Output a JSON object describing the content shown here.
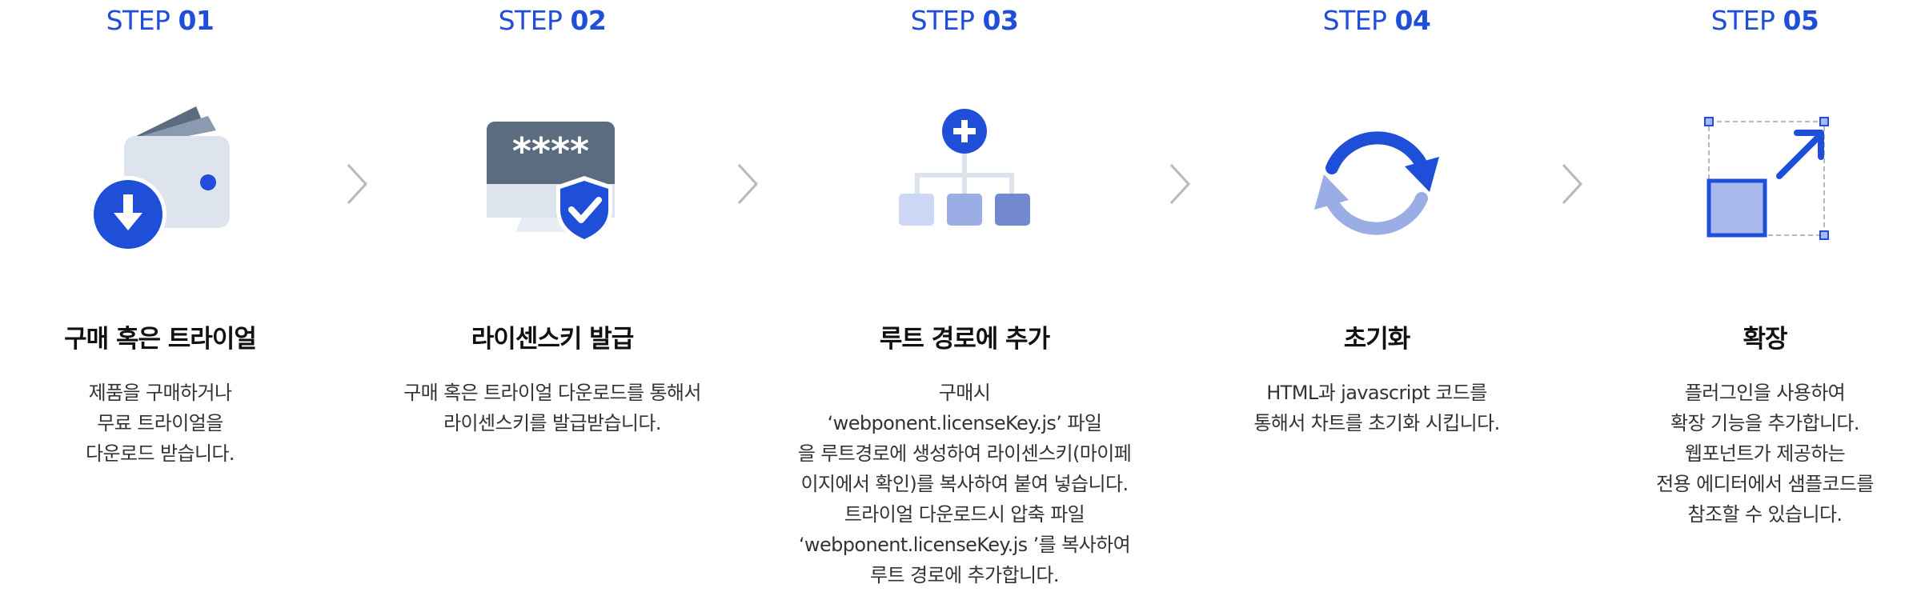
{
  "steps": [
    {
      "step_word": "STEP",
      "number": "01",
      "title": "구매 혹은 트라이얼",
      "description": [
        "제품을 구매하거나",
        "무료 트라이얼을",
        "다운로드 받습니다."
      ],
      "icon": "wallet-download-icon"
    },
    {
      "step_word": "STEP",
      "number": "02",
      "title": "라이센스키 발급",
      "description": [
        "구매 혹은 트라이얼 다운로드를 통해서",
        "라이센스키를 발급받습니다."
      ],
      "icon": "monitor-shield-icon"
    },
    {
      "step_word": "STEP",
      "number": "03",
      "title": "루트 경로에 추가",
      "description": [
        "구매시",
        "‘webponent.licenseKey.js’ 파일",
        "을 루트경로에 생성하여 라이센스키(마이페",
        "이지에서 확인)를 복사하여 붙여 넣습니다.",
        "트라이얼 다운로드시 압축 파일",
        "‘webponent.licenseKey.js ’를 복사하여",
        "루트 경로에 추가합니다."
      ],
      "icon": "tree-add-icon"
    },
    {
      "step_word": "STEP",
      "number": "04",
      "title": "초기화",
      "description": [
        "HTML과 javascript 코드를",
        "통해서 차트를 초기화 시킵니다."
      ],
      "icon": "refresh-icon"
    },
    {
      "step_word": "STEP",
      "number": "05",
      "title": "확장",
      "description": [
        "플러그인을 사용하여",
        "확장 기능을 추가합니다.",
        "웹포넌트가 제공하는",
        "전용 에디터에서 샘플코드를",
        "참조할 수 있습니다."
      ],
      "icon": "expand-icon"
    }
  ],
  "colors": {
    "accent": "#1f4fd8",
    "light_blue": "#a9b9ee",
    "gray_dark": "#5b6b80",
    "gray_light": "#dde4ee",
    "arrow": "#b8b8b8"
  }
}
